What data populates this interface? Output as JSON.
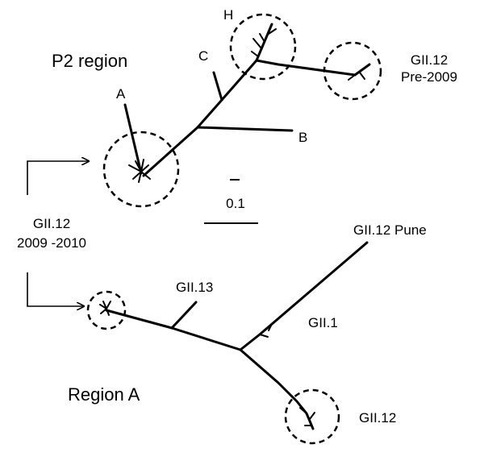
{
  "p2_region": {
    "title": "P2 region",
    "labels": {
      "a": "A",
      "b": "B",
      "c": "C",
      "h": "H",
      "pre2009_line1": "GII.12",
      "pre2009_line2": "Pre-2009"
    }
  },
  "scale_bar": {
    "label": "0.1"
  },
  "group_label": {
    "line1": "GII.12",
    "line2": "2009 -2010"
  },
  "region_a": {
    "title": "Region A",
    "labels": {
      "gii13": "GII.13",
      "gii12_pune": "GII.12 Pune",
      "gii1": "GII.1",
      "gii12": "GII.12"
    }
  }
}
